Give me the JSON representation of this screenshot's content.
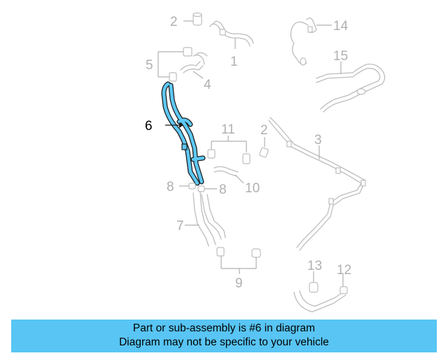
{
  "callouts": {
    "c1": "1",
    "c2a": "2",
    "c2b": "2",
    "c3": "3",
    "c4": "4",
    "c5": "5",
    "c6": "6",
    "c7": "7",
    "c8a": "8",
    "c8b": "8",
    "c9": "9",
    "c10": "10",
    "c11": "11",
    "c12": "12",
    "c13": "13",
    "c14": "14",
    "c15": "15"
  },
  "highlighted_part": "6",
  "caption": {
    "line1": "Part or sub-assembly is #6 in diagram",
    "line2": "Diagram may not be specific to your vehicle"
  },
  "colors": {
    "highlight": "#5ec8f5",
    "banner": "#58c5f4",
    "inactive": "#b0b0b0"
  }
}
